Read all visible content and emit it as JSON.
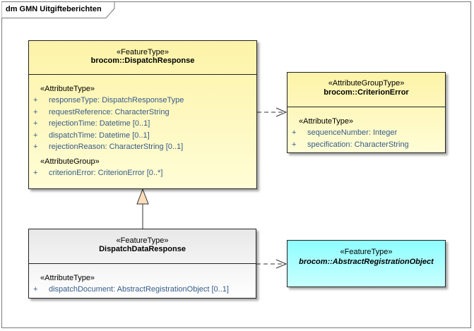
{
  "frame": {
    "title": "dm GMN Uitgifteberichten"
  },
  "classes": [
    {
      "stereotype": "«FeatureType»",
      "name": "brocom::DispatchResponse",
      "sections": [
        {
          "stereotype": "«AttributeType»",
          "attributes": [
            {
              "vis": "+",
              "text": "responseType: DispatchResponseType"
            },
            {
              "vis": "+",
              "text": "requestReference: CharacterString"
            },
            {
              "vis": "+",
              "text": "rejectionTime: Datetime [0..1]"
            },
            {
              "vis": "+",
              "text": "dispatchTime: Datetime [0..1]"
            },
            {
              "vis": "+",
              "text": "rejectionReason: CharacterString [0..1]"
            }
          ]
        },
        {
          "stereotype": "«AttributeGroup»",
          "attributes": [
            {
              "vis": "+",
              "text": "criterionError: CriterionError [0..*]"
            }
          ]
        }
      ]
    },
    {
      "stereotype": "«AttributeGroupType»",
      "name": "brocom::CriterionError",
      "sections": [
        {
          "stereotype": "«AttributeType»",
          "attributes": [
            {
              "vis": "+",
              "text": "sequenceNumber: Integer"
            },
            {
              "vis": "+",
              "text": "specification: CharacterString"
            }
          ]
        }
      ]
    },
    {
      "stereotype": "«FeatureType»",
      "name": "DispatchDataResponse",
      "sections": [
        {
          "stereotype": "«AttributeType»",
          "attributes": [
            {
              "vis": "+",
              "text": "dispatchDocument: AbstractRegistrationObject [0..1]"
            }
          ]
        }
      ]
    },
    {
      "stereotype": "«FeatureType»",
      "name": "brocom::AbstractRegistrationObject",
      "sections": []
    }
  ],
  "colors": {
    "yellow_fill": "#fffdd6",
    "gray_fill": "#f2f2f2",
    "cyan_fill": "#a8ffff",
    "attribute_text": "#355b8a",
    "generalization_head": "#ffddbb"
  }
}
